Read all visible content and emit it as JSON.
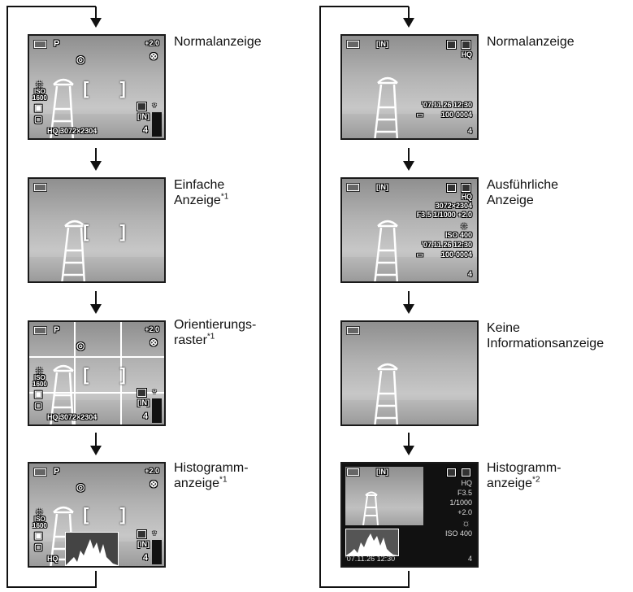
{
  "left_column": {
    "screens": [
      {
        "label_lines": [
          "Normalanzeige"
        ],
        "footnote": "",
        "mode": "P",
        "exposure": "+2.0",
        "quality_size": "HQ 3072×2304",
        "iso_value": "1600",
        "iso_label": "ISO",
        "memory": "[IN]",
        "remaining": "4"
      },
      {
        "label_lines": [
          "Einfache",
          "Anzeige"
        ],
        "footnote": "*1"
      },
      {
        "label_lines": [
          "Orientierungs-",
          "raster"
        ],
        "footnote": "*1",
        "mode": "P",
        "exposure": "+2.0",
        "quality_size": "HQ 3072×2304",
        "iso_value": "1600",
        "iso_label": "ISO",
        "memory": "[IN]",
        "remaining": "4"
      },
      {
        "label_lines": [
          "Histogramm-",
          "anzeige"
        ],
        "footnote": "*1",
        "mode": "P",
        "exposure": "+2.0",
        "quality": "HQ",
        "iso_value": "1600",
        "iso_label": "ISO",
        "memory": "[IN]",
        "remaining": "4"
      }
    ]
  },
  "right_column": {
    "screens": [
      {
        "label_lines": [
          "Normalanzeige"
        ],
        "footnote": "",
        "memory": "[IN]",
        "quality": "HQ",
        "datetime": "'07.11.26  12:30",
        "file_number": "100-0004",
        "frame": "4"
      },
      {
        "label_lines": [
          "Ausführliche",
          "Anzeige"
        ],
        "footnote": "",
        "memory": "[IN]",
        "quality": "HQ",
        "size": "3072×2304",
        "exposure_line": "F3.5  1/1000  +2.0",
        "iso": "ISO 400",
        "datetime": "'07.11.26  12:30",
        "file_number": "100-0004",
        "frame": "4"
      },
      {
        "label_lines": [
          "Keine",
          "Informationsanzeige"
        ],
        "footnote": ""
      },
      {
        "label_lines": [
          "Histogramm-",
          "anzeige"
        ],
        "footnote": "*2",
        "memory": "[IN]",
        "quality": "HQ",
        "aperture": "F3.5",
        "shutter": "1/1000",
        "exposure": "+2.0",
        "iso": "ISO 400",
        "datetime": "'07.11.26  12:30",
        "frame": "4"
      }
    ]
  }
}
